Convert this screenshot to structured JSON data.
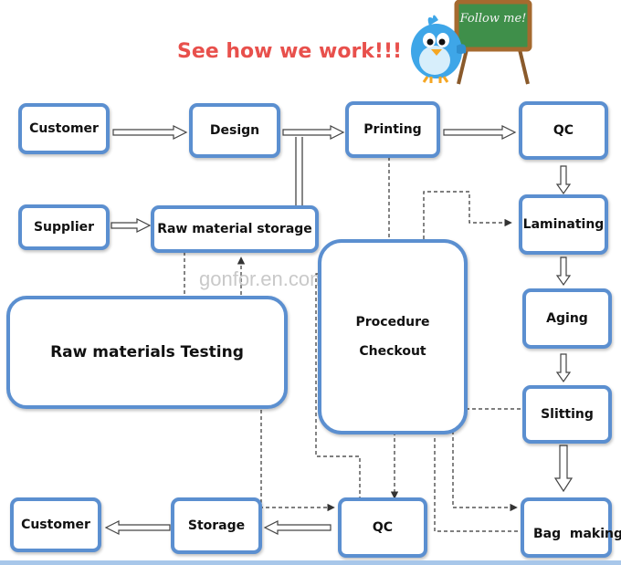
{
  "title": "See how we work!!!",
  "badge": "Follow me!",
  "watermark": "gonfor.en.com",
  "nodes": {
    "customer_top": "Customer",
    "design": "Design",
    "printing": "Printing",
    "qc_top": "QC",
    "supplier": "Supplier",
    "raw_storage": "Raw material storage",
    "laminating": "Laminating",
    "aging": "Aging",
    "raw_testing": "Raw materials Testing",
    "procedure_line1": "Procedure",
    "procedure_line2": "Checkout",
    "slitting": "Slitting",
    "customer_bottom": "Customer",
    "storage": "Storage",
    "qc_bottom": "QC",
    "bag_making": "Bag  making"
  },
  "colors": {
    "box_border": "#5b8fd0",
    "title": "#e8504c",
    "arrow": "#333333"
  }
}
